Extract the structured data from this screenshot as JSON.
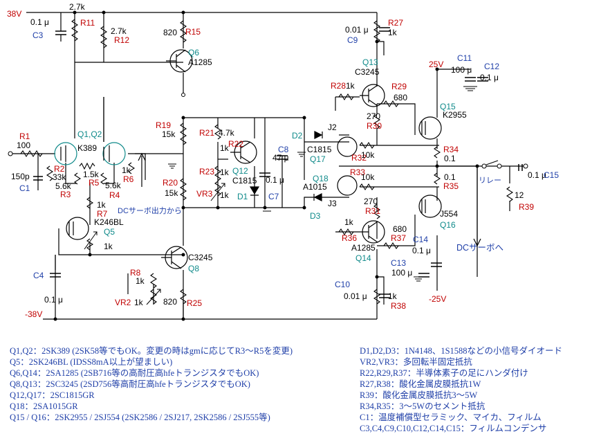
{
  "rails": {
    "pos38": "38V",
    "neg38": "-38V",
    "pos25": "25V",
    "neg25": "-25V"
  },
  "labels": {
    "r11_val": "2.7k",
    "r11_ref": "R11",
    "r12_val": "2.7k",
    "r12_ref": "R12",
    "r15_val": "820",
    "r15_ref": "R15",
    "c3_val": "0.1 μ",
    "c3_ref": "C3",
    "q6_ref": "Q6",
    "q6_part": "A1285",
    "r1_ref": "R1",
    "r1_val": "100",
    "q12_pair_ref": "Q1,Q2",
    "q12_pair_part": "K389",
    "c1_val": "150p",
    "c1_ref": "C1",
    "r2_ref": "R2",
    "r2_val": "33k",
    "r3_val": "5.6k",
    "r3_ref": "R3",
    "r5_val": "1.5k",
    "r5_ref": "R5",
    "r4_val": "5.6k",
    "r4_ref": "R4",
    "r6_val": "1k",
    "r6_ref": "R6",
    "r7_val": "1k",
    "r7_ref": "R7",
    "dc_servo_out": "DCサーボ出力から",
    "q5_part": "K246BL",
    "q5_ref": "Q5",
    "q5_res": "1k",
    "c4_ref": "C4",
    "c4_val": "0.1 μ",
    "r19_ref": "R19",
    "r19_val": "15k",
    "r20_ref": "R20",
    "r20_val": "15k",
    "r21_ref": "R21",
    "r21_val": "4.7k",
    "r22_ref": "R22",
    "r22_val": "1k",
    "r23_ref": "R23",
    "r23_val": "1k",
    "vr3_ref": "VR3",
    "vr3_val": "1k",
    "q12_ref": "Q12",
    "q12_part": "C1815",
    "d1_ref": "D1",
    "c8_ref": "C8",
    "c8_val": "47 μ",
    "c7_val": "0.1 μ",
    "c7_ref": "C7",
    "q8_part": "C3245",
    "q8_ref": "Q8",
    "r8_ref": "R8",
    "r8_val": "1k",
    "vr2_ref": "VR2",
    "vr2_val": "1k",
    "r25_val": "820",
    "r25_ref": "R25",
    "r27_ref": "R27",
    "r27_val": "1k",
    "c9_val": "0.01 μ",
    "c9_ref": "C9",
    "q13_ref": "Q13",
    "q13_part": "C3245",
    "r28_ref": "R28",
    "r28_val": "1k",
    "r29_ref": "R29",
    "r29_val": "680",
    "r30_val": "270",
    "r30_ref": "R30",
    "d2_ref": "D2",
    "j2_ref": "J2",
    "q17_part": "C1815",
    "q17_ref": "Q17",
    "r32_ref": "R32",
    "r32_val": "10k",
    "r33_ref": "R33",
    "r33_val": "10k",
    "q18_ref": "Q18",
    "q18_part": "A1015",
    "j3_ref": "J3",
    "d3_ref": "D3",
    "r31_val": "270",
    "r31_ref": "R31",
    "r36_val": "1k",
    "r36_ref": "R36",
    "r37_val": "680",
    "r37_ref": "R37",
    "q14_part": "A1285",
    "q14_ref": "Q14",
    "c10_ref": "C10",
    "c10_val": "0.01 μ",
    "r38_val": "1k",
    "r38_ref": "R38",
    "c11_ref": "C11",
    "c11_val": "100 μ",
    "c12_ref": "C12",
    "c12_val": "0.1 μ",
    "q15_part": "K2955",
    "q15_ref": "Q15",
    "r34_ref": "R34",
    "r34_val": "0.1",
    "r35_val": "0.1",
    "r35_ref": "R35",
    "q16_part": "J554",
    "q16_ref": "Q16",
    "relay": "リレー",
    "c15_val": "0.1 μ",
    "c15_ref": "C15",
    "r39_val": "12",
    "r39_ref": "R39",
    "dc_servo_to": "DCサーボへ",
    "c14_ref": "C14",
    "c14_val": "0.1 μ",
    "c13_ref": "C13",
    "c13_val": "100 μ"
  },
  "notes_left": [
    "Q1,Q2：2SK389 (2SK58等でもOK。変更の時はgmに応じてR3～R5を変更)",
    "Q5：2SK246BL (IDSS8mA以上が望ましい)",
    "Q6,Q14：2SA1285 (2SB716等の高耐圧高hfeトランジスタでもOK)",
    "Q8,Q13：2SC3245 (2SD756等高耐圧高hfeトランジスタでもOK)",
    "Q12,Q17：2SC1815GR",
    "Q18：2SA1015GR",
    "Q15 / Q16：2SK2955 / 2SJ554 (2SK2586 / 2SJ217, 2SK2586 / 2SJ555等)"
  ],
  "notes_right": [
    "D1,D2,D3：1N4148、1S1588などの小信号ダイオード",
    "VR2,VR3：多回転半固定抵抗",
    "R22,R29,R37：半導体素子の足にハンダ付け",
    "R27,R38：酸化金属皮膜抵抗1W",
    "R39：酸化金属皮膜抵抗3～5W",
    "R34,R35：3～5Wのセメント抵抗",
    "C1：温度補償型セラミック、マイカ、フィルム",
    "C3,C4,C9,C10,C12,C14,C15：フィルムコンデンサ"
  ]
}
